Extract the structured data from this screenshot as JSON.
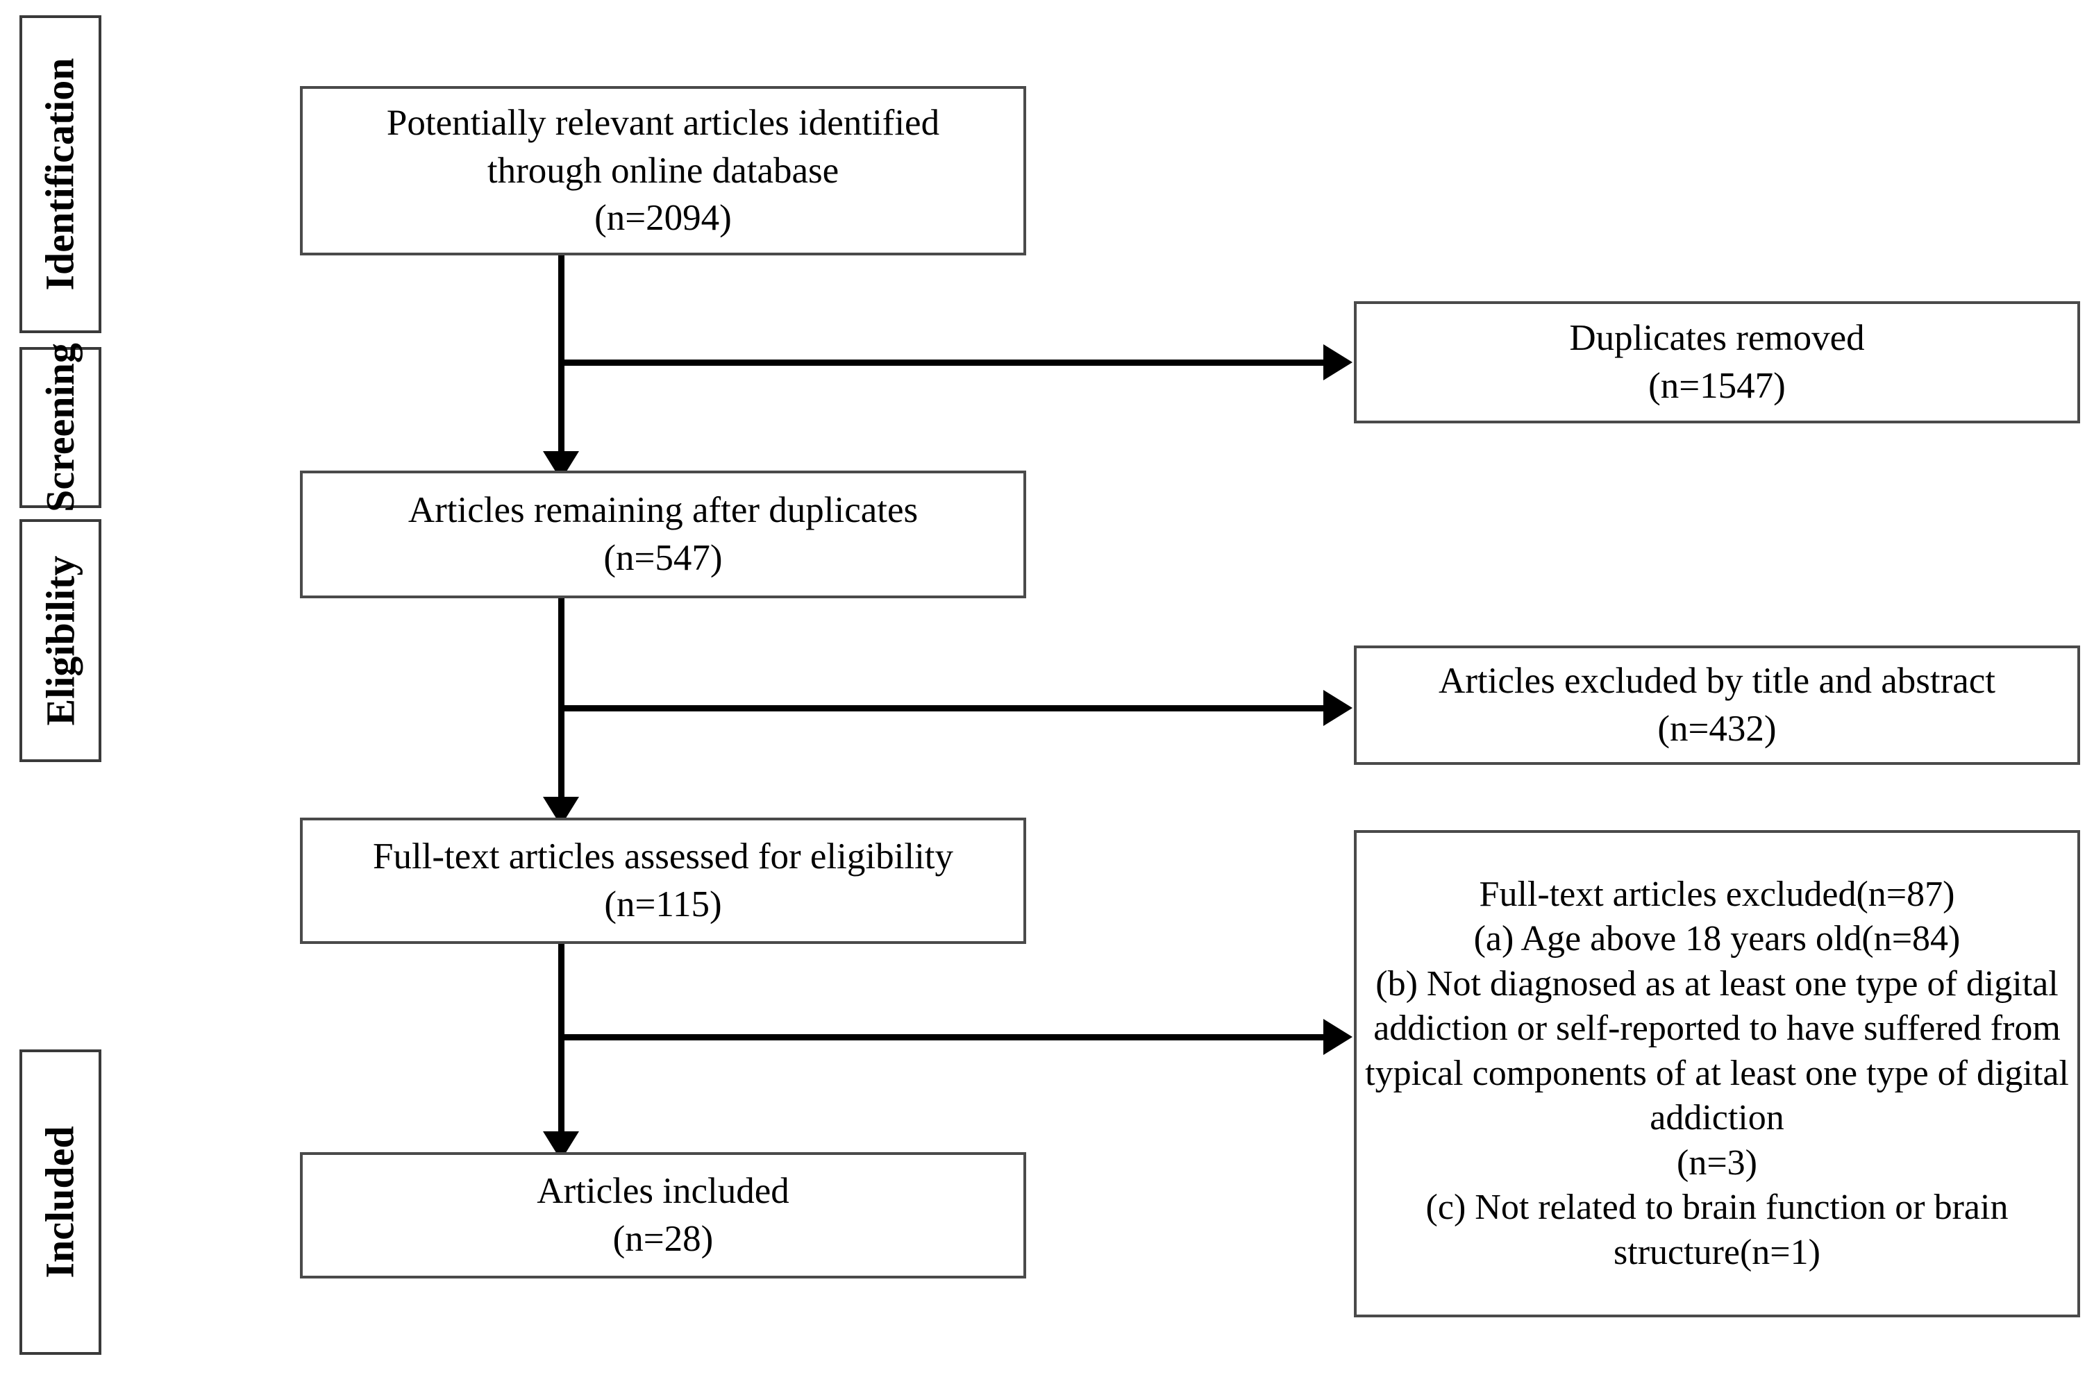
{
  "diagram": {
    "title": "PRISMA study selection flow diagram",
    "colors": {
      "box_border": "#4a4a4a",
      "label_border": "#3a3a3a",
      "connector": "#000000",
      "background": "#ffffff",
      "text": "#000000"
    }
  },
  "stages": [
    {
      "id": "identification",
      "label": "Identification"
    },
    {
      "id": "screening",
      "label": "Screening"
    },
    {
      "id": "eligibility",
      "label": "Eligibility"
    },
    {
      "id": "included",
      "label": "Included"
    }
  ],
  "flow": {
    "identified": {
      "line1": "Potentially relevant articles identified",
      "line2": "through online database",
      "line3": "(n=2094)",
      "n": 2094
    },
    "duplicates_removed": {
      "line1": "Duplicates removed",
      "line2": "(n=1547)",
      "n": 1547
    },
    "remaining_after_duplicates": {
      "line1": "Articles remaining after duplicates",
      "line2": "(n=547)",
      "n": 547
    },
    "excluded_title_abstract": {
      "line1": "Articles excluded by title and abstract",
      "line2": "(n=432)",
      "n": 432
    },
    "fulltext_assessed": {
      "line1": "Full-text articles assessed for eligibility",
      "line2": "(n=115)",
      "n": 115
    },
    "fulltext_excluded": {
      "line1": "Full-text articles excluded(n=87)",
      "line2": "(a) Age above 18 years old(n=84)",
      "line3": "(b)  Not diagnosed as at least one type of digital addiction or self-reported to have suffered from typical components of at least one type of digital addiction",
      "line4": "(n=3)",
      "line5": "(c) Not related to brain function or brain structure(n=1)",
      "n_total": 87,
      "reason_a_n": 84,
      "reason_b_n": 3,
      "reason_c_n": 1
    },
    "included": {
      "line1": "Articles included",
      "line2": "(n=28)",
      "n": 28
    }
  }
}
